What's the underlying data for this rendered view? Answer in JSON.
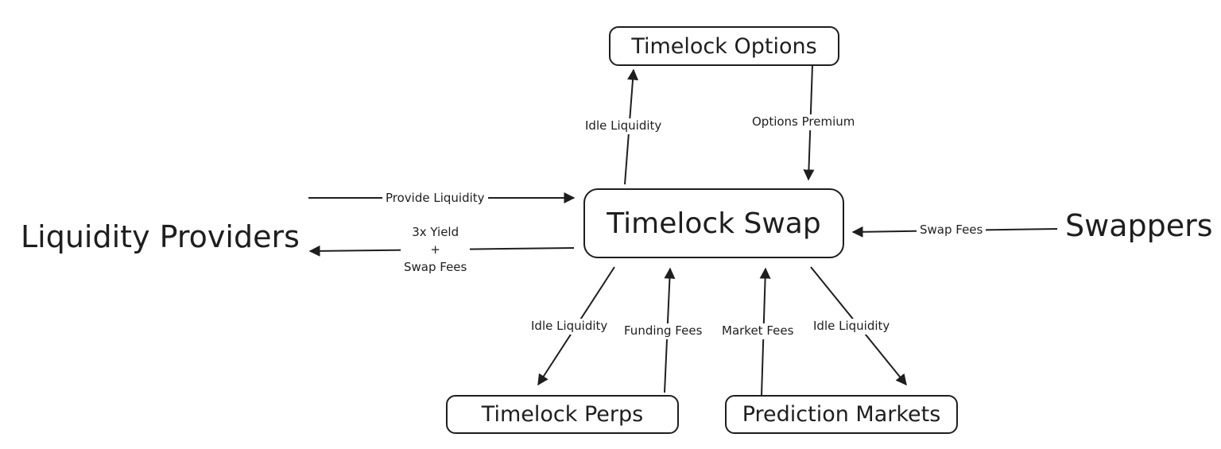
{
  "nodes": {
    "timelock_options": "Timelock Options",
    "timelock_swap": "Timelock Swap",
    "timelock_perps": "Timelock Perps",
    "prediction_markets": "Prediction Markets"
  },
  "actors": {
    "liquidity_providers": "Liquidity Providers",
    "swappers": "Swappers"
  },
  "edges": {
    "provide_liquidity": "Provide Liquidity",
    "yield_line1": "3x Yield",
    "yield_line2": "+",
    "yield_line3": "Swap Fees",
    "swap_fees": "Swap Fees",
    "options_idle_liquidity": "Idle Liquidity",
    "options_premium": "Options Premium",
    "perps_idle_liquidity": "Idle Liquidity",
    "funding_fees": "Funding Fees",
    "market_fees": "Market Fees",
    "markets_idle_liquidity": "Idle Liquidity"
  },
  "colors": {
    "stroke": "#1e1e1e",
    "background": "#ffffff"
  }
}
